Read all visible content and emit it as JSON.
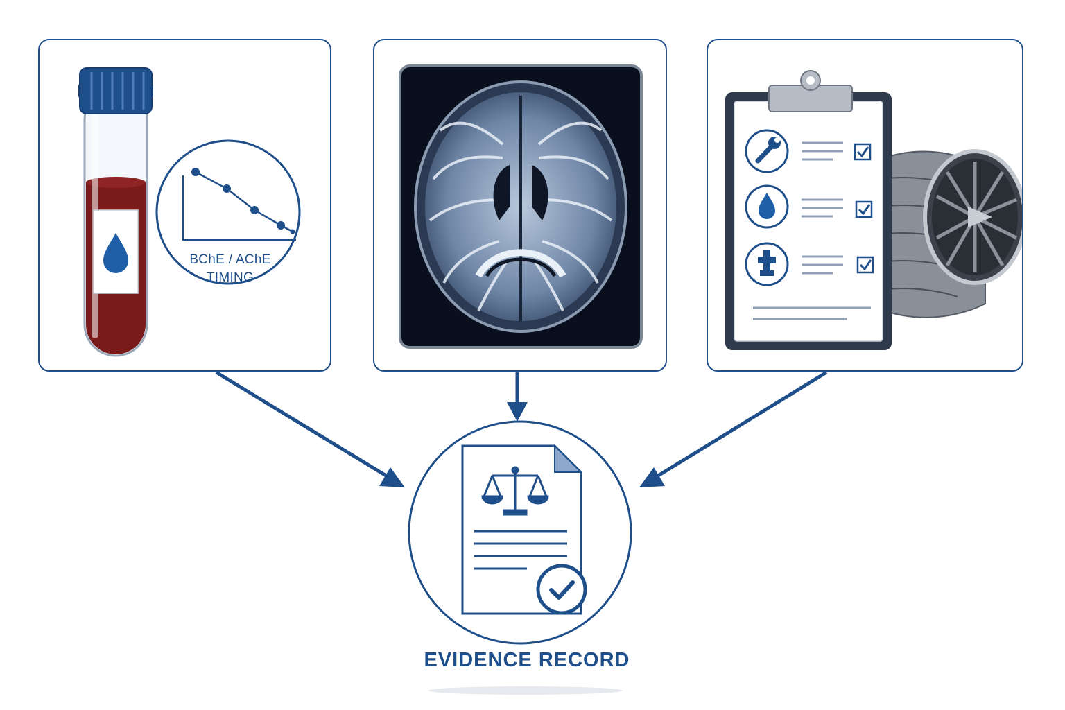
{
  "panels": {
    "blood": {
      "timing_label_line1": "BChE / AChE",
      "timing_label_line2": "TIMING",
      "icons": [
        "blood-tube-icon",
        "blood-drop-icon",
        "decline-chart-icon"
      ]
    },
    "mri": {
      "icons": [
        "brain-mri-icon"
      ]
    },
    "maintenance": {
      "icons": [
        "clipboard-icon",
        "wrench-icon",
        "fluid-drop-icon",
        "component-icon",
        "checkbox-icon",
        "jet-engine-icon"
      ],
      "checklist_checked": [
        true,
        true,
        true
      ]
    }
  },
  "hub": {
    "label": "EVIDENCE RECORD",
    "icons": [
      "document-icon",
      "scales-of-justice-icon",
      "check-badge-icon"
    ]
  },
  "colors": {
    "accent": "#1f4f8b",
    "blood": "#7a1a1a",
    "cap": "#1f4f8b",
    "mri_bg": "#0a0f1e"
  }
}
